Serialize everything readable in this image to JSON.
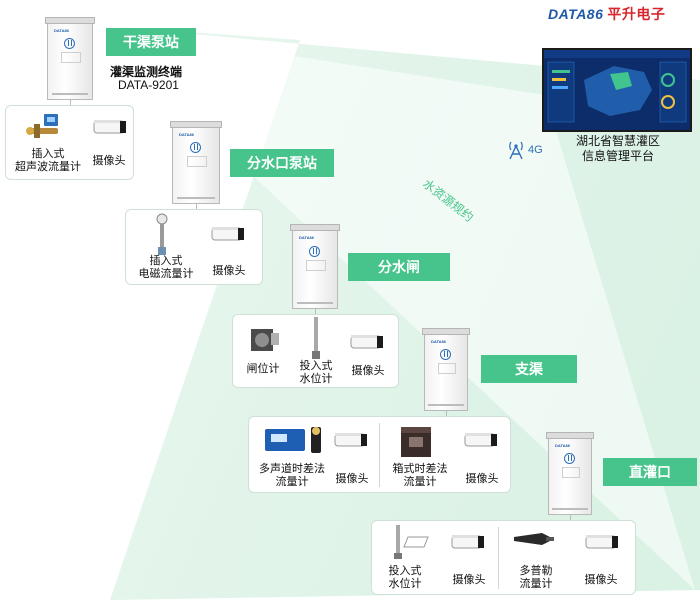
{
  "logo": {
    "en": "DATA86",
    "cn": "平升电子"
  },
  "terminal": {
    "name": "灌渠监测终端",
    "model": "DATA-9201"
  },
  "stations": [
    {
      "label": "干渠泵站"
    },
    {
      "label": "分水口泵站"
    },
    {
      "label": "分水闸"
    },
    {
      "label": "支渠"
    },
    {
      "label": "直灌口"
    }
  ],
  "devices": {
    "s1_meter": "插入式\n超声波流量计",
    "s1_cam": "摄像头",
    "s2_meter": "插入式\n电磁流量计",
    "s2_cam": "摄像头",
    "s3_gate": "闸位计",
    "s3_level": "投入式\n水位计",
    "s3_cam": "摄像头",
    "s4_meter1": "多声道时差法\n流量计",
    "s4_cam1": "摄像头",
    "s4_meter2": "箱式时差法\n流量计",
    "s4_cam2": "摄像头",
    "s5_level": "投入式\n水位计",
    "s5_cam1": "摄像头",
    "s5_meter": "多普勒\n流量计",
    "s5_cam2": "摄像头"
  },
  "platform": {
    "name": "湖北省智慧灌区\n信息管理平台",
    "network": "4G",
    "icon": "antenna-icon"
  },
  "planning": "水资源规约",
  "colors": {
    "accent": "#47c48b",
    "brand_blue": "#1e5aa8",
    "brand_red": "#d7262c"
  }
}
